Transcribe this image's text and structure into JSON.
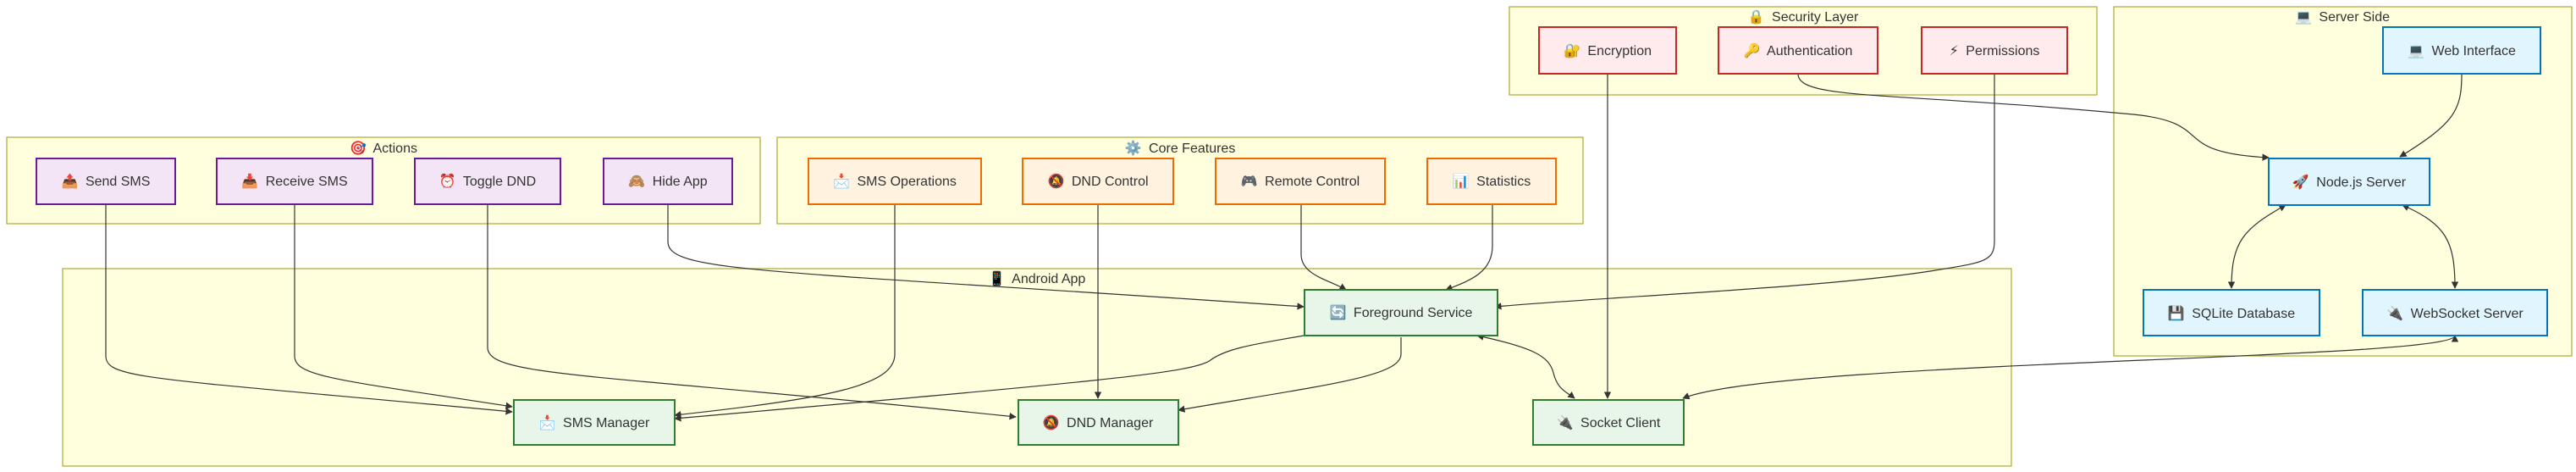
{
  "groups": {
    "security": {
      "icon": "🔒",
      "title": "Security Layer"
    },
    "server": {
      "icon": "💻",
      "title": "Server Side"
    },
    "actions": {
      "icon": "🎯",
      "title": "Actions"
    },
    "features": {
      "icon": "⚙️",
      "title": "Core Features"
    },
    "android": {
      "icon": "📱",
      "title": "Android App"
    }
  },
  "nodes": {
    "encryption": {
      "icon": "🔐",
      "label": "Encryption"
    },
    "authentication": {
      "icon": "🔑",
      "label": "Authentication"
    },
    "permissions": {
      "icon": "⚡",
      "label": "Permissions"
    },
    "web_interface": {
      "icon": "💻",
      "label": "Web Interface"
    },
    "nodejs_server": {
      "icon": "🚀",
      "label": "Node.js Server"
    },
    "sqlite_database": {
      "icon": "💾",
      "label": "SQLite Database"
    },
    "websocket_server": {
      "icon": "🔌",
      "label": "WebSocket Server"
    },
    "send_sms": {
      "icon": "📤",
      "label": "Send SMS"
    },
    "receive_sms": {
      "icon": "📥",
      "label": "Receive SMS"
    },
    "toggle_dnd": {
      "icon": "⏰",
      "label": "Toggle DND"
    },
    "hide_app": {
      "icon": "🙈",
      "label": "Hide App"
    },
    "sms_operations": {
      "icon": "📩",
      "label": "SMS Operations"
    },
    "dnd_control": {
      "icon": "🔕",
      "label": "DND Control"
    },
    "remote_control": {
      "icon": "🎮",
      "label": "Remote Control"
    },
    "statistics": {
      "icon": "📊",
      "label": "Statistics"
    },
    "foreground_service": {
      "icon": "🔄",
      "label": "Foreground Service"
    },
    "sms_manager": {
      "icon": "📩",
      "label": "SMS Manager"
    },
    "dnd_manager": {
      "icon": "🔕",
      "label": "DND Manager"
    },
    "socket_client": {
      "icon": "🔌",
      "label": "Socket Client"
    }
  },
  "colors": {
    "group_fill": "#ffffde",
    "group_stroke": "#aaaa33",
    "security_fill": "#ffebee",
    "security_stroke": "#c62828",
    "server_fill": "#e1f5fe",
    "server_stroke": "#0277bd",
    "action_fill": "#f3e5f5",
    "action_stroke": "#6a1b9a",
    "feature_fill": "#fff3e0",
    "feature_stroke": "#ef6c00",
    "android_fill": "#e8f5e9",
    "android_stroke": "#2e7d32",
    "edge": "#333333"
  }
}
